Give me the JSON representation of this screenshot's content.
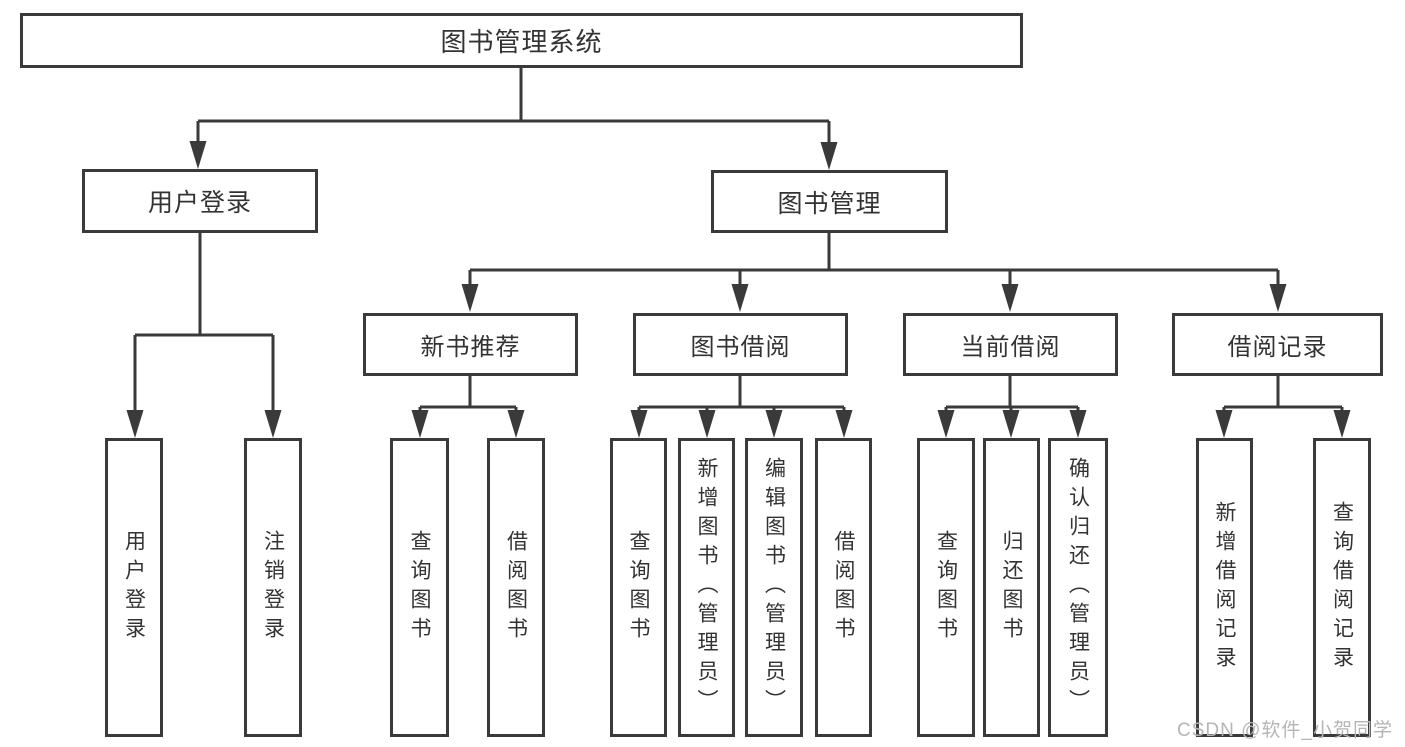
{
  "tree": {
    "label": "图书管理系统",
    "children": [
      {
        "label": "用户登录",
        "children": [
          {
            "label": "用户登录"
          },
          {
            "label": "注销登录"
          }
        ]
      },
      {
        "label": "图书管理",
        "children": [
          {
            "label": "新书推荐",
            "children": [
              {
                "label": "查询图书"
              },
              {
                "label": "借阅图书"
              }
            ]
          },
          {
            "label": "图书借阅",
            "children": [
              {
                "label": "查询图书"
              },
              {
                "label": "新增图书（管理员）"
              },
              {
                "label": "编辑图书（管理员）"
              },
              {
                "label": "借阅图书"
              }
            ]
          },
          {
            "label": "当前借阅",
            "children": [
              {
                "label": "查询图书"
              },
              {
                "label": "归还图书"
              },
              {
                "label": "确认归还（管理员）"
              }
            ]
          },
          {
            "label": "借阅记录",
            "children": [
              {
                "label": "新增借阅记录"
              },
              {
                "label": "查询借阅记录"
              }
            ]
          }
        ]
      }
    ]
  },
  "watermark": {
    "text": "CSDN @软件_小贺同学"
  },
  "colors": {
    "line": "#3a3a3a",
    "text": "#333333",
    "box_background": "#ffffff",
    "watermark": "#b5b5b5"
  }
}
